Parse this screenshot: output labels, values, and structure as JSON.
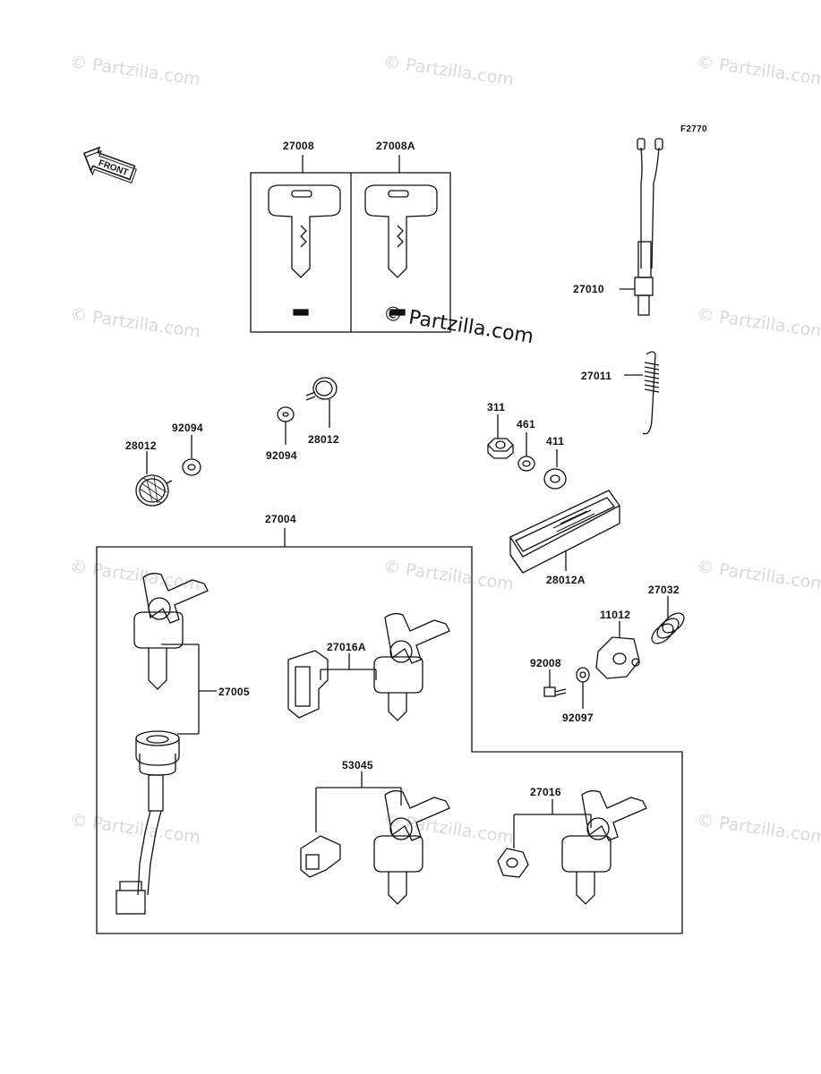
{
  "diagram_code": "F2770",
  "front_label": "FRONT",
  "watermark_text": "© Partzilla.com",
  "center_watermark_text": "© Partzilla.com",
  "parts": {
    "p27008": "27008",
    "p27008A": "27008A",
    "p27010": "27010",
    "p27011": "27011",
    "p311": "311",
    "p461": "461",
    "p411": "411",
    "p28012A": "28012A",
    "p28012_left": "28012",
    "p92094_left": "92094",
    "p92094_mid": "92094",
    "p28012_mid": "28012",
    "p27004": "27004",
    "p27005": "27005",
    "p27016A": "27016A",
    "p53045": "53045",
    "p27016": "27016",
    "p27032": "27032",
    "p11012": "11012",
    "p92008": "92008",
    "p92097": "92097"
  },
  "colors": {
    "line": "#111111",
    "watermark": "#d9d9d9"
  }
}
